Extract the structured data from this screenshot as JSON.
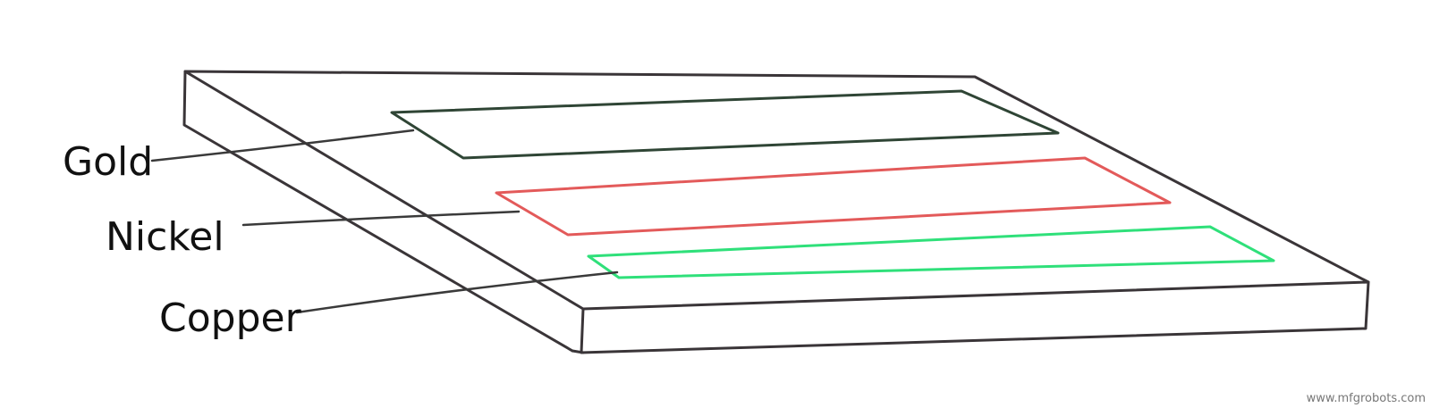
{
  "labels": {
    "gold": "Gold",
    "nickel": "Nickel",
    "copper": "Copper"
  },
  "watermark": "www.mfgrobots.com",
  "colors": {
    "board": "#3a3538",
    "gold_pad": "#2f4535",
    "nickel_pad": "#e35a5a",
    "copper_pad": "#2fe07a",
    "leader": "#3a3a3a"
  }
}
